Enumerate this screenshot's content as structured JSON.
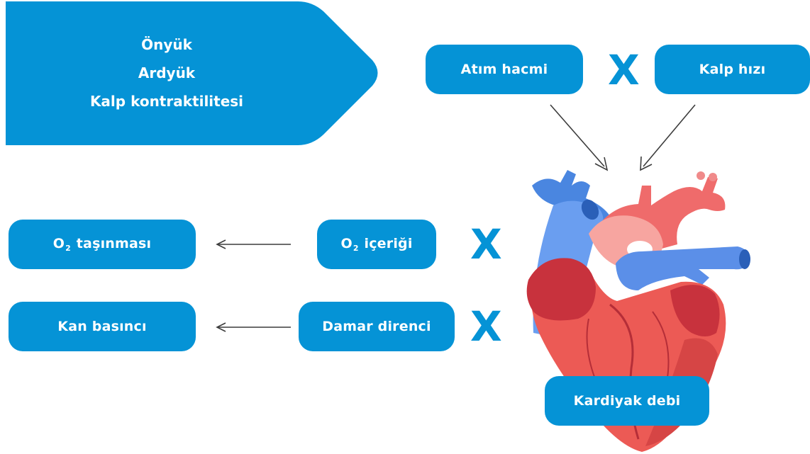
{
  "factors": [
    "Önyük",
    "Ardyük",
    "Kalp kontraktilitesi"
  ],
  "stroke_volume": "Atım hacmi",
  "heart_rate": "Kalp hızı",
  "multiply": "X",
  "oxygen_content": {
    "prefix": "O",
    "subscript": "2",
    "suffix": " içeriği"
  },
  "oxygen_transport": {
    "prefix": "O",
    "subscript": "2",
    "suffix": " taşınması"
  },
  "vascular_resistance": "Damar direnci",
  "blood_pressure": "Kan basıncı",
  "cardiac_output": "Kardiyak debi",
  "colors": {
    "accent": "#0593d6",
    "arrow": "#3c3c3c"
  }
}
